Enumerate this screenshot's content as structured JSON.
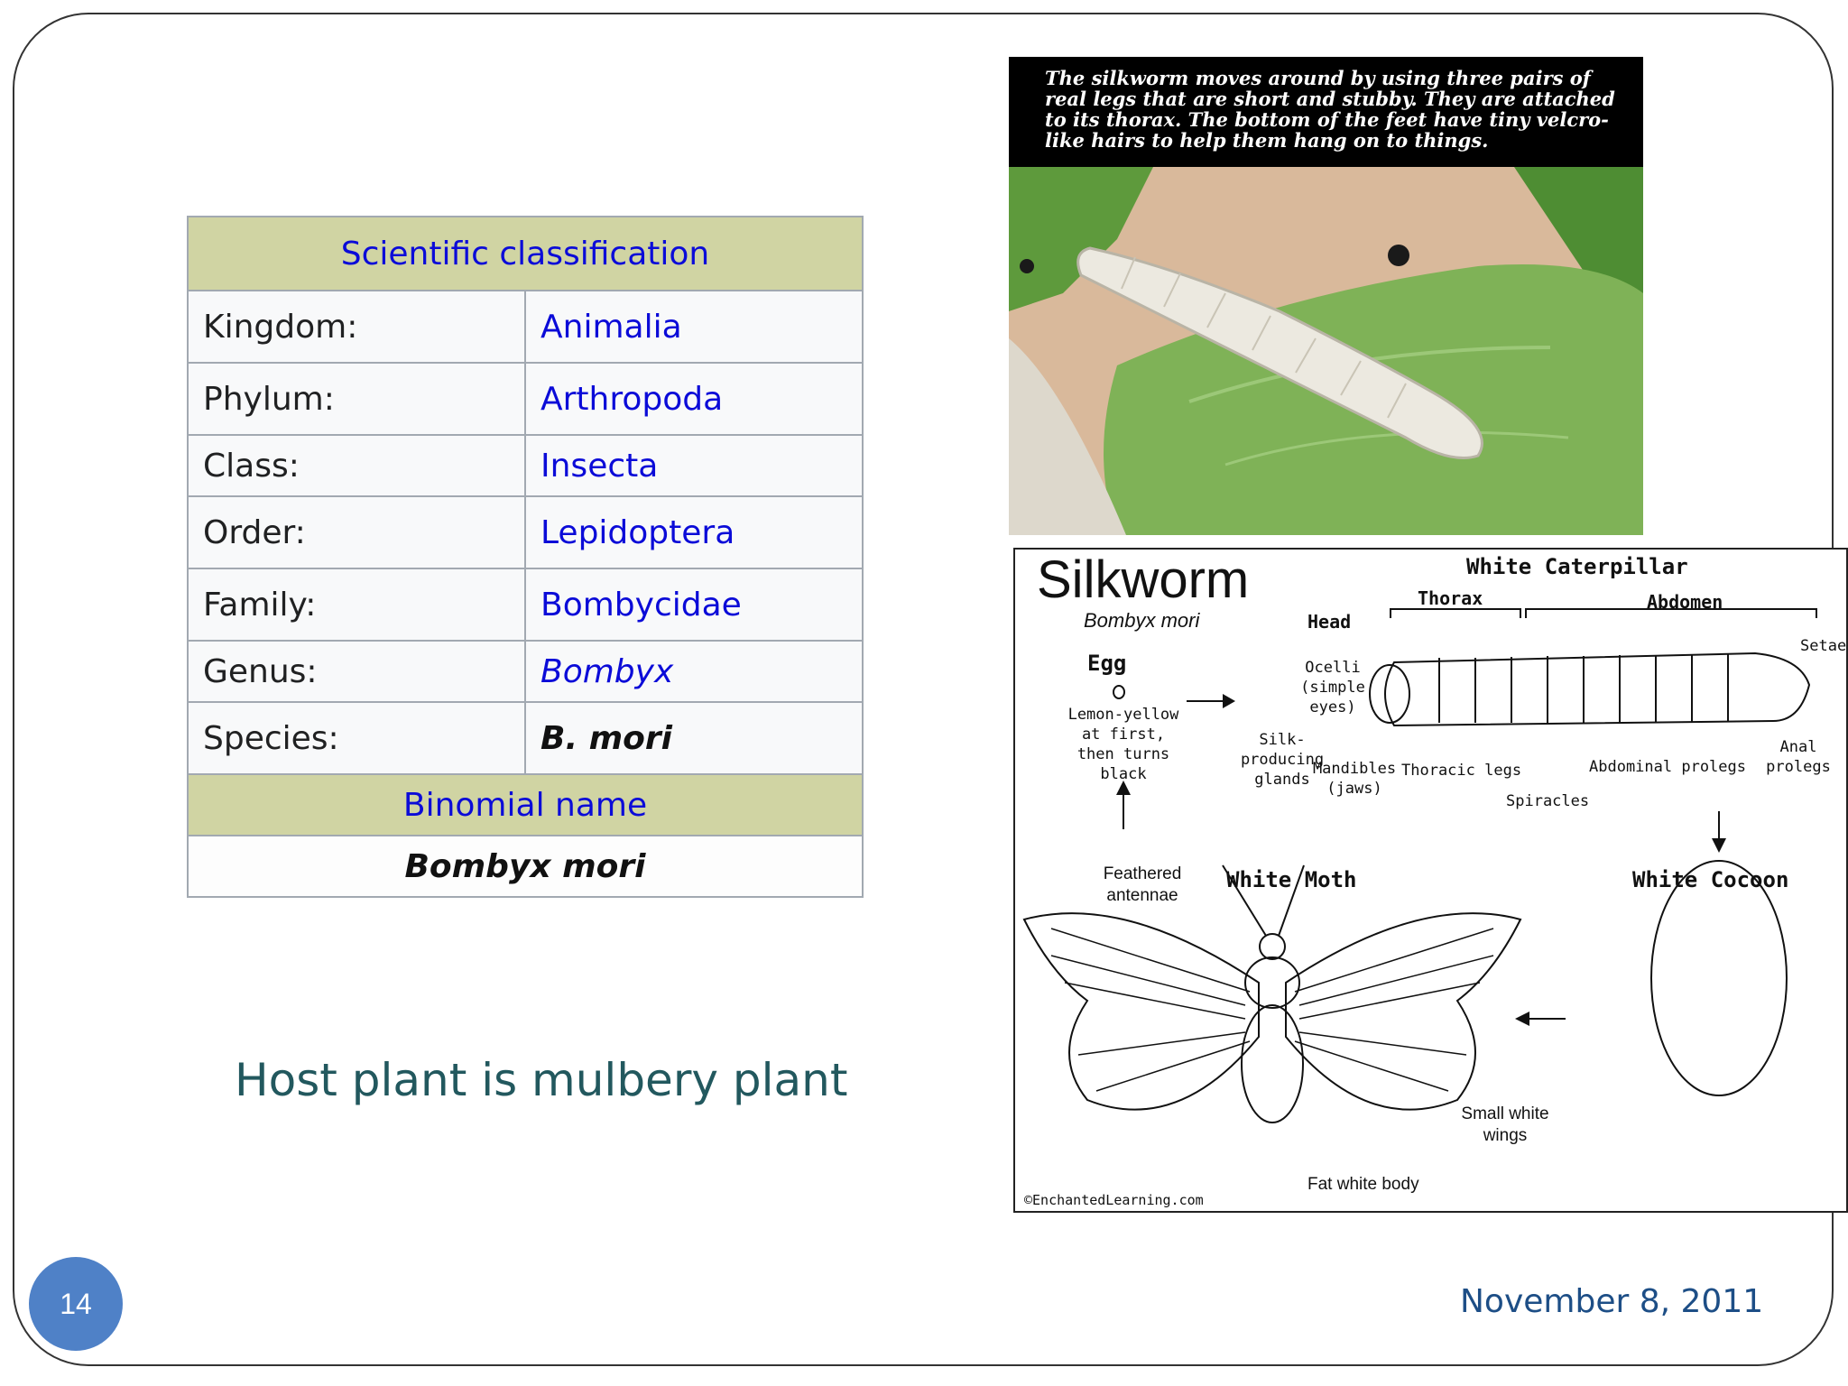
{
  "classification": {
    "header": "Scientific classification",
    "rows": [
      {
        "label": "Kingdom:",
        "value": "Animalia"
      },
      {
        "label": "Phylum:",
        "value": "Arthropoda"
      },
      {
        "label": "Class:",
        "value": "Insecta"
      },
      {
        "label": "Order:",
        "value": "Lepidoptera"
      },
      {
        "label": "Family:",
        "value": "Bombycidae"
      },
      {
        "label": "Genus:",
        "value": "Bombyx"
      },
      {
        "label": "Species:",
        "value": "B. mori"
      }
    ],
    "binomial_header": "Binomial name",
    "binomial_value": "Bombyx mori"
  },
  "host_text": "Host plant is mulbery plant",
  "photo": {
    "caption": "The silkworm moves around by using three pairs of real legs that are short and stubby. They are attached to its thorax. The bottom of the feet have tiny velcro-like hairs to help them hang on to things."
  },
  "diagram": {
    "title": "Silkworm",
    "subtitle": "Bombyx mori",
    "egg": "Egg",
    "egg_note": "Lemon-yellow at first, then turns black",
    "caterpillar": "White Caterpillar",
    "head": "Head",
    "thorax": "Thorax",
    "abdomen": "Abdomen",
    "setae": "Setae",
    "ocelli": "Ocelli (simple eyes)",
    "silk_glands": "Silk-producing glands",
    "mandibles": "Mandibles (jaws)",
    "thoracic_legs": "Thoracic legs",
    "spiracles": "Spiracles",
    "abdominal_prolegs": "Abdominal prolegs",
    "anal_prolegs": "Anal prolegs",
    "cocoon": "White Cocoon",
    "moth": "White Moth",
    "antennae": "Feathered antennae",
    "wings": "Small white wings",
    "body": "Fat white body",
    "credit": "©EnchantedLearning.com"
  },
  "footer": {
    "page_number": "14",
    "date": "November 8, 2011"
  }
}
